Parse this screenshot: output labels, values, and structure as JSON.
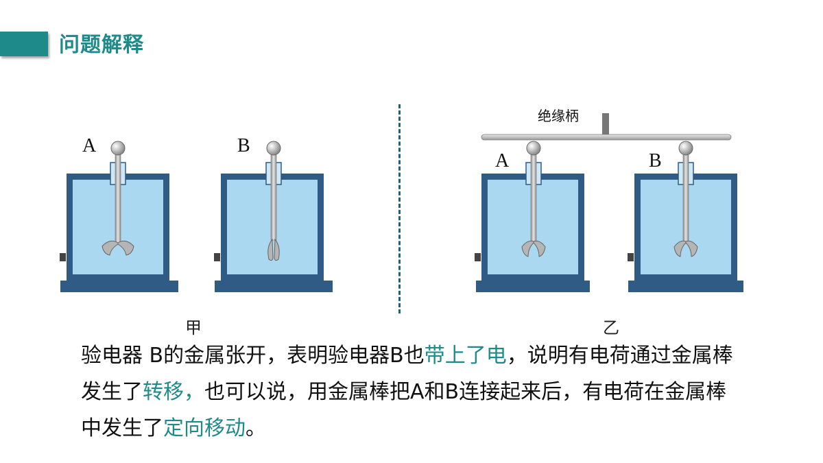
{
  "header": {
    "title": "问题解释"
  },
  "diagram_left": {
    "label_a": "A",
    "label_b": "B",
    "caption": "甲"
  },
  "diagram_right": {
    "handle_label": "绝缘柄",
    "label_a": "A",
    "label_b": "B",
    "caption": "乙"
  },
  "explanation": {
    "p1": "验电器 B的金属张开，表明验电器B也",
    "h1": "带上了电",
    "p2": "，说明有电荷通过金属棒发生了",
    "h2": "转移，",
    "p3": "也可以说，用金属棒把A和B连接起来后，有电荷在金属棒中发生了",
    "h3": "定向移动",
    "p4": "。"
  },
  "colors": {
    "accent": "#1f8a8a",
    "frame": "#2f5b84",
    "glass": "#a9d8f0",
    "leaf": "#b5b5b5"
  }
}
